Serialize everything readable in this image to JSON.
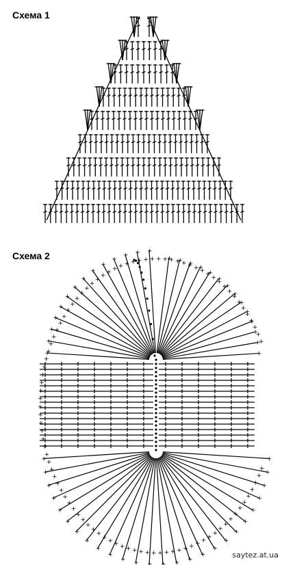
{
  "scheme1": {
    "label": "Схема 1"
  },
  "scheme2": {
    "label": "Схема 2"
  },
  "watermark": "saytez.at.ua",
  "colors": {
    "ink": "#000000",
    "paper": "#ffffff"
  },
  "legend_symbols": [
    "double-crochet-stitch",
    "single-crochet-stitch",
    "chain-stitch"
  ]
}
